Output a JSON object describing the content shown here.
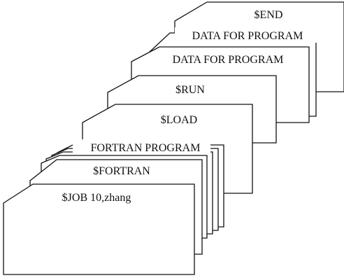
{
  "diagram": {
    "cards": [
      {
        "label": "$END"
      },
      {
        "label": "DATA FOR PROGRAM"
      },
      {
        "label": "DATA FOR PROGRAM"
      },
      {
        "label": "$RUN"
      },
      {
        "label": "$LOAD"
      },
      {
        "label": "FORTRAN PROGRAM"
      },
      {
        "label": "$FORTRAN"
      },
      {
        "label": "$JOB 10,zhang"
      }
    ]
  },
  "colors": {
    "ink": "#111111",
    "paper": "#ffffff"
  }
}
